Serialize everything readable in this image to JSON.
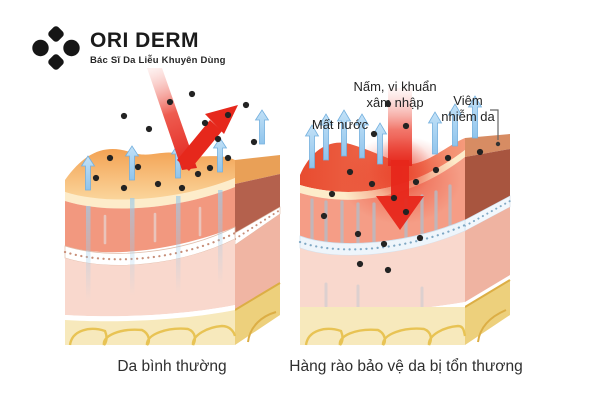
{
  "logo": {
    "title": "ORI DERM",
    "tagline": "Bác Sĩ Da Liễu Khuyên Dùng"
  },
  "panels": {
    "left": {
      "caption": "Da bình thường",
      "description_visual": "skin block deflecting red attack arrow, small blue moisture arrows, microbe dots stay outside"
    },
    "right": {
      "caption": "Hàng rào bảo vệ da bị tổn thương",
      "labels": {
        "invasion": [
          "Nấm, vi khuẩn",
          "xâm nhập"
        ],
        "water_loss": "Mất nước",
        "inflammation": [
          "Viêm",
          "nhiễm da"
        ]
      }
    }
  },
  "icons": {
    "logo_mark": "clover",
    "moisture_arrow": "↑",
    "attack_beam": "↘",
    "reflected_arrow": "↗",
    "penetration_arrow": "↓",
    "microbe_dot": "●",
    "label_pointer": "└"
  },
  "colors": {
    "attack_red": "#e3251f",
    "arrow_blue": "#a7d3f1",
    "corneum_orange": "#f5a95c",
    "inflamed_red": "#e95335",
    "epidermis_salmon": "#f2987f",
    "epidermis_side_dark": "#b4614d",
    "dermis_pink": "#f9d8cd",
    "fat_yellow": "#f7e9bc",
    "fat_line_yellow": "#e8c354",
    "text_dark": "#2b2b2b"
  }
}
